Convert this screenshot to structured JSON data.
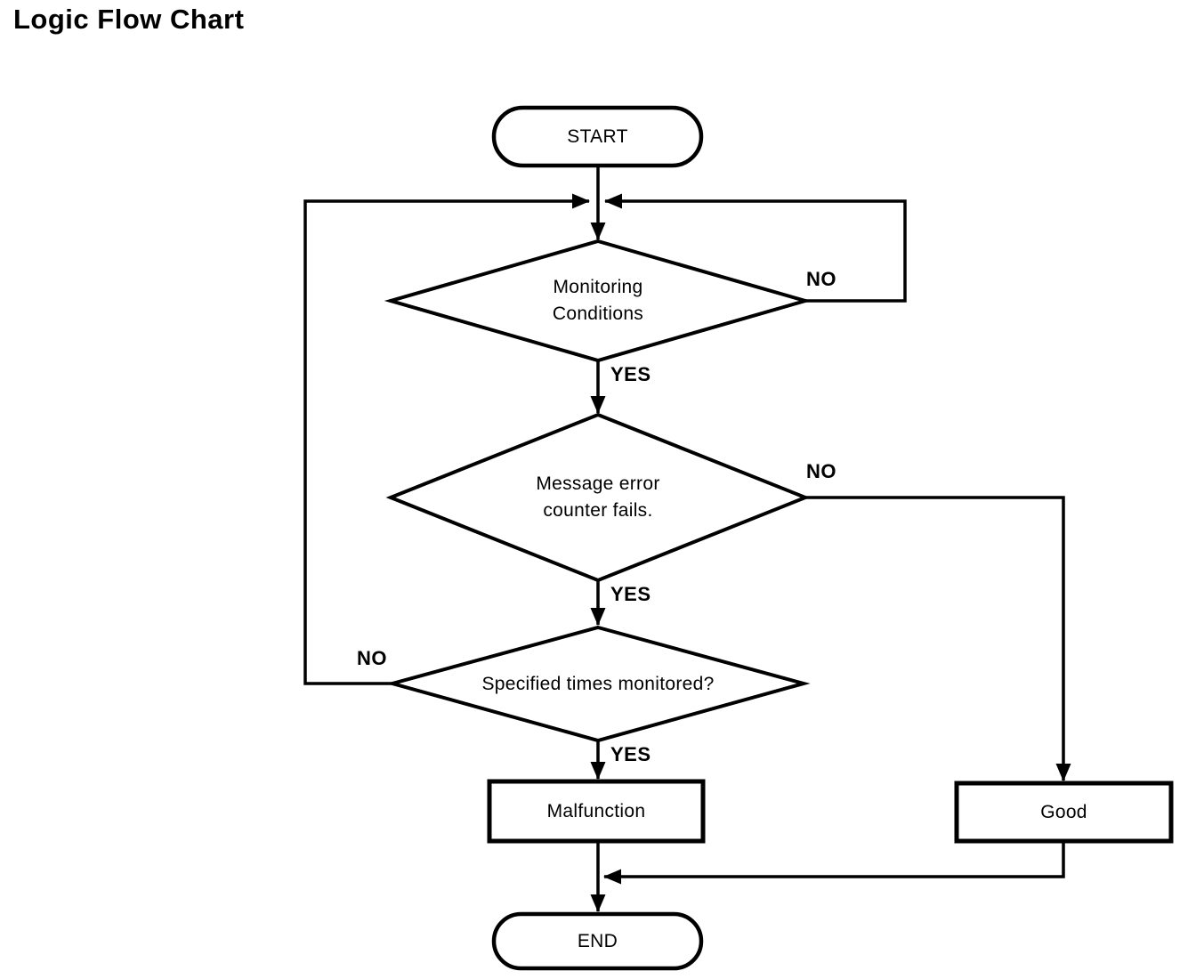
{
  "title": "Logic Flow Chart",
  "nodes": {
    "start": {
      "label": "START",
      "type": "terminator"
    },
    "monitoring": {
      "line1": "Monitoring",
      "line2": "Conditions",
      "type": "decision"
    },
    "message_error": {
      "line1": "Message error",
      "line2": "counter fails.",
      "type": "decision"
    },
    "specified_times": {
      "label": "Specified times monitored?",
      "type": "decision"
    },
    "malfunction": {
      "label": "Malfunction",
      "type": "process"
    },
    "good": {
      "label": "Good",
      "type": "process"
    },
    "end": {
      "label": "END",
      "type": "terminator"
    }
  },
  "edge_labels": {
    "monitoring_no": "NO",
    "monitoring_yes": "YES",
    "message_error_no": "NO",
    "message_error_yes": "YES",
    "specified_times_no": "NO",
    "specified_times_yes": "YES"
  },
  "colors": {
    "stroke": "#000000",
    "background": "#ffffff"
  }
}
